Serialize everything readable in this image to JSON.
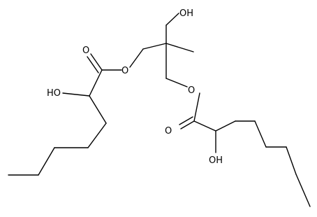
{
  "molecule": {
    "labels": {
      "o_ring_carbonyl_left": "O",
      "o_ester_left": "O",
      "oh_top": "OH",
      "o_ester_right": "O",
      "o_carbonyl_right": "O",
      "ho_left": "HO",
      "oh_right": "OH"
    },
    "colors": {
      "bond": "#000000",
      "text": "#000000",
      "background": "#ffffff"
    }
  }
}
